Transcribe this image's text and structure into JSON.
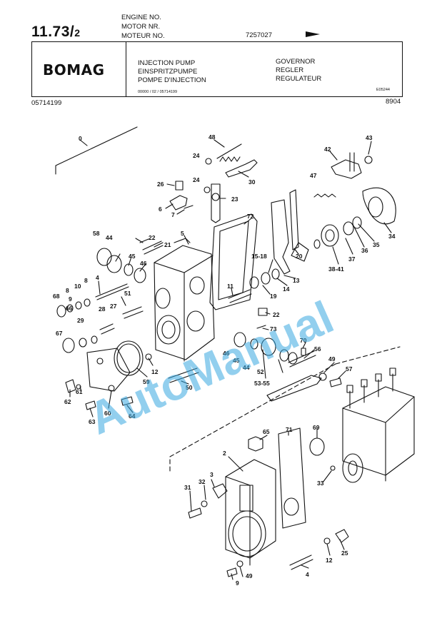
{
  "page": {
    "number_main": "11.73/",
    "number_sub": "2"
  },
  "engine": {
    "lines": [
      "ENGINE NO.",
      "MOTOR  NR.",
      "MOTEUR NO."
    ],
    "number": "7257027"
  },
  "logo": "BOMAG",
  "title": {
    "en": "INJECTION PUMP",
    "de": "EINSPRITZPUMPE",
    "fr": "POMPE D'INJECTION",
    "code": "00000 / 02 / 05714199"
  },
  "section": {
    "en": "GOVERNOR",
    "de": "REGLER",
    "fr": "REGULATEUR",
    "code": "E05244"
  },
  "doc_number_left": "05714199",
  "doc_number_right": "8904",
  "watermark": "AutoManual",
  "callouts": {
    "c0": "0",
    "c48": "48",
    "c43": "43",
    "c24a": "24",
    "c42": "42",
    "c30": "30",
    "c26": "26",
    "c24b": "24",
    "c47": "47",
    "c23": "23",
    "c6": "6",
    "c7": "7",
    "c72": "72",
    "c34": "34",
    "c58": "58",
    "c22a": "22",
    "c5": "5",
    "c21": "21",
    "c44a": "44",
    "c45a": "45",
    "c46a": "46",
    "c15_18": "15-18",
    "c20": "20",
    "c37": "37",
    "c36": "36",
    "c35": "35",
    "c38_41": "38-41",
    "c4a": "4",
    "c8a": "8",
    "c8b": "8",
    "c10": "10",
    "c68": "68",
    "c9": "9",
    "c51": "51",
    "c11": "11",
    "c19": "19",
    "c14": "14",
    "c13": "13",
    "c28": "28",
    "c27": "27",
    "c66": "66",
    "c29": "29",
    "c67": "67",
    "c22b": "22",
    "c73": "73",
    "c70": "70",
    "c56": "56",
    "c46b": "46",
    "c45b": "45",
    "c44b": "44",
    "c52": "52",
    "c49a": "49",
    "c57": "57",
    "c12a": "12",
    "c59": "59",
    "c53_55": "53-55",
    "c50": "50",
    "c61": "61",
    "c62": "62",
    "c60": "60",
    "c63": "63",
    "c64": "64",
    "c65": "65",
    "c71": "71",
    "c69": "69",
    "c2": "2",
    "c3": "3",
    "c32": "32",
    "c31": "31",
    "c33": "33",
    "c25": "25",
    "c12b": "12",
    "c4b": "4",
    "c49b": "49",
    "c9b": "9"
  }
}
